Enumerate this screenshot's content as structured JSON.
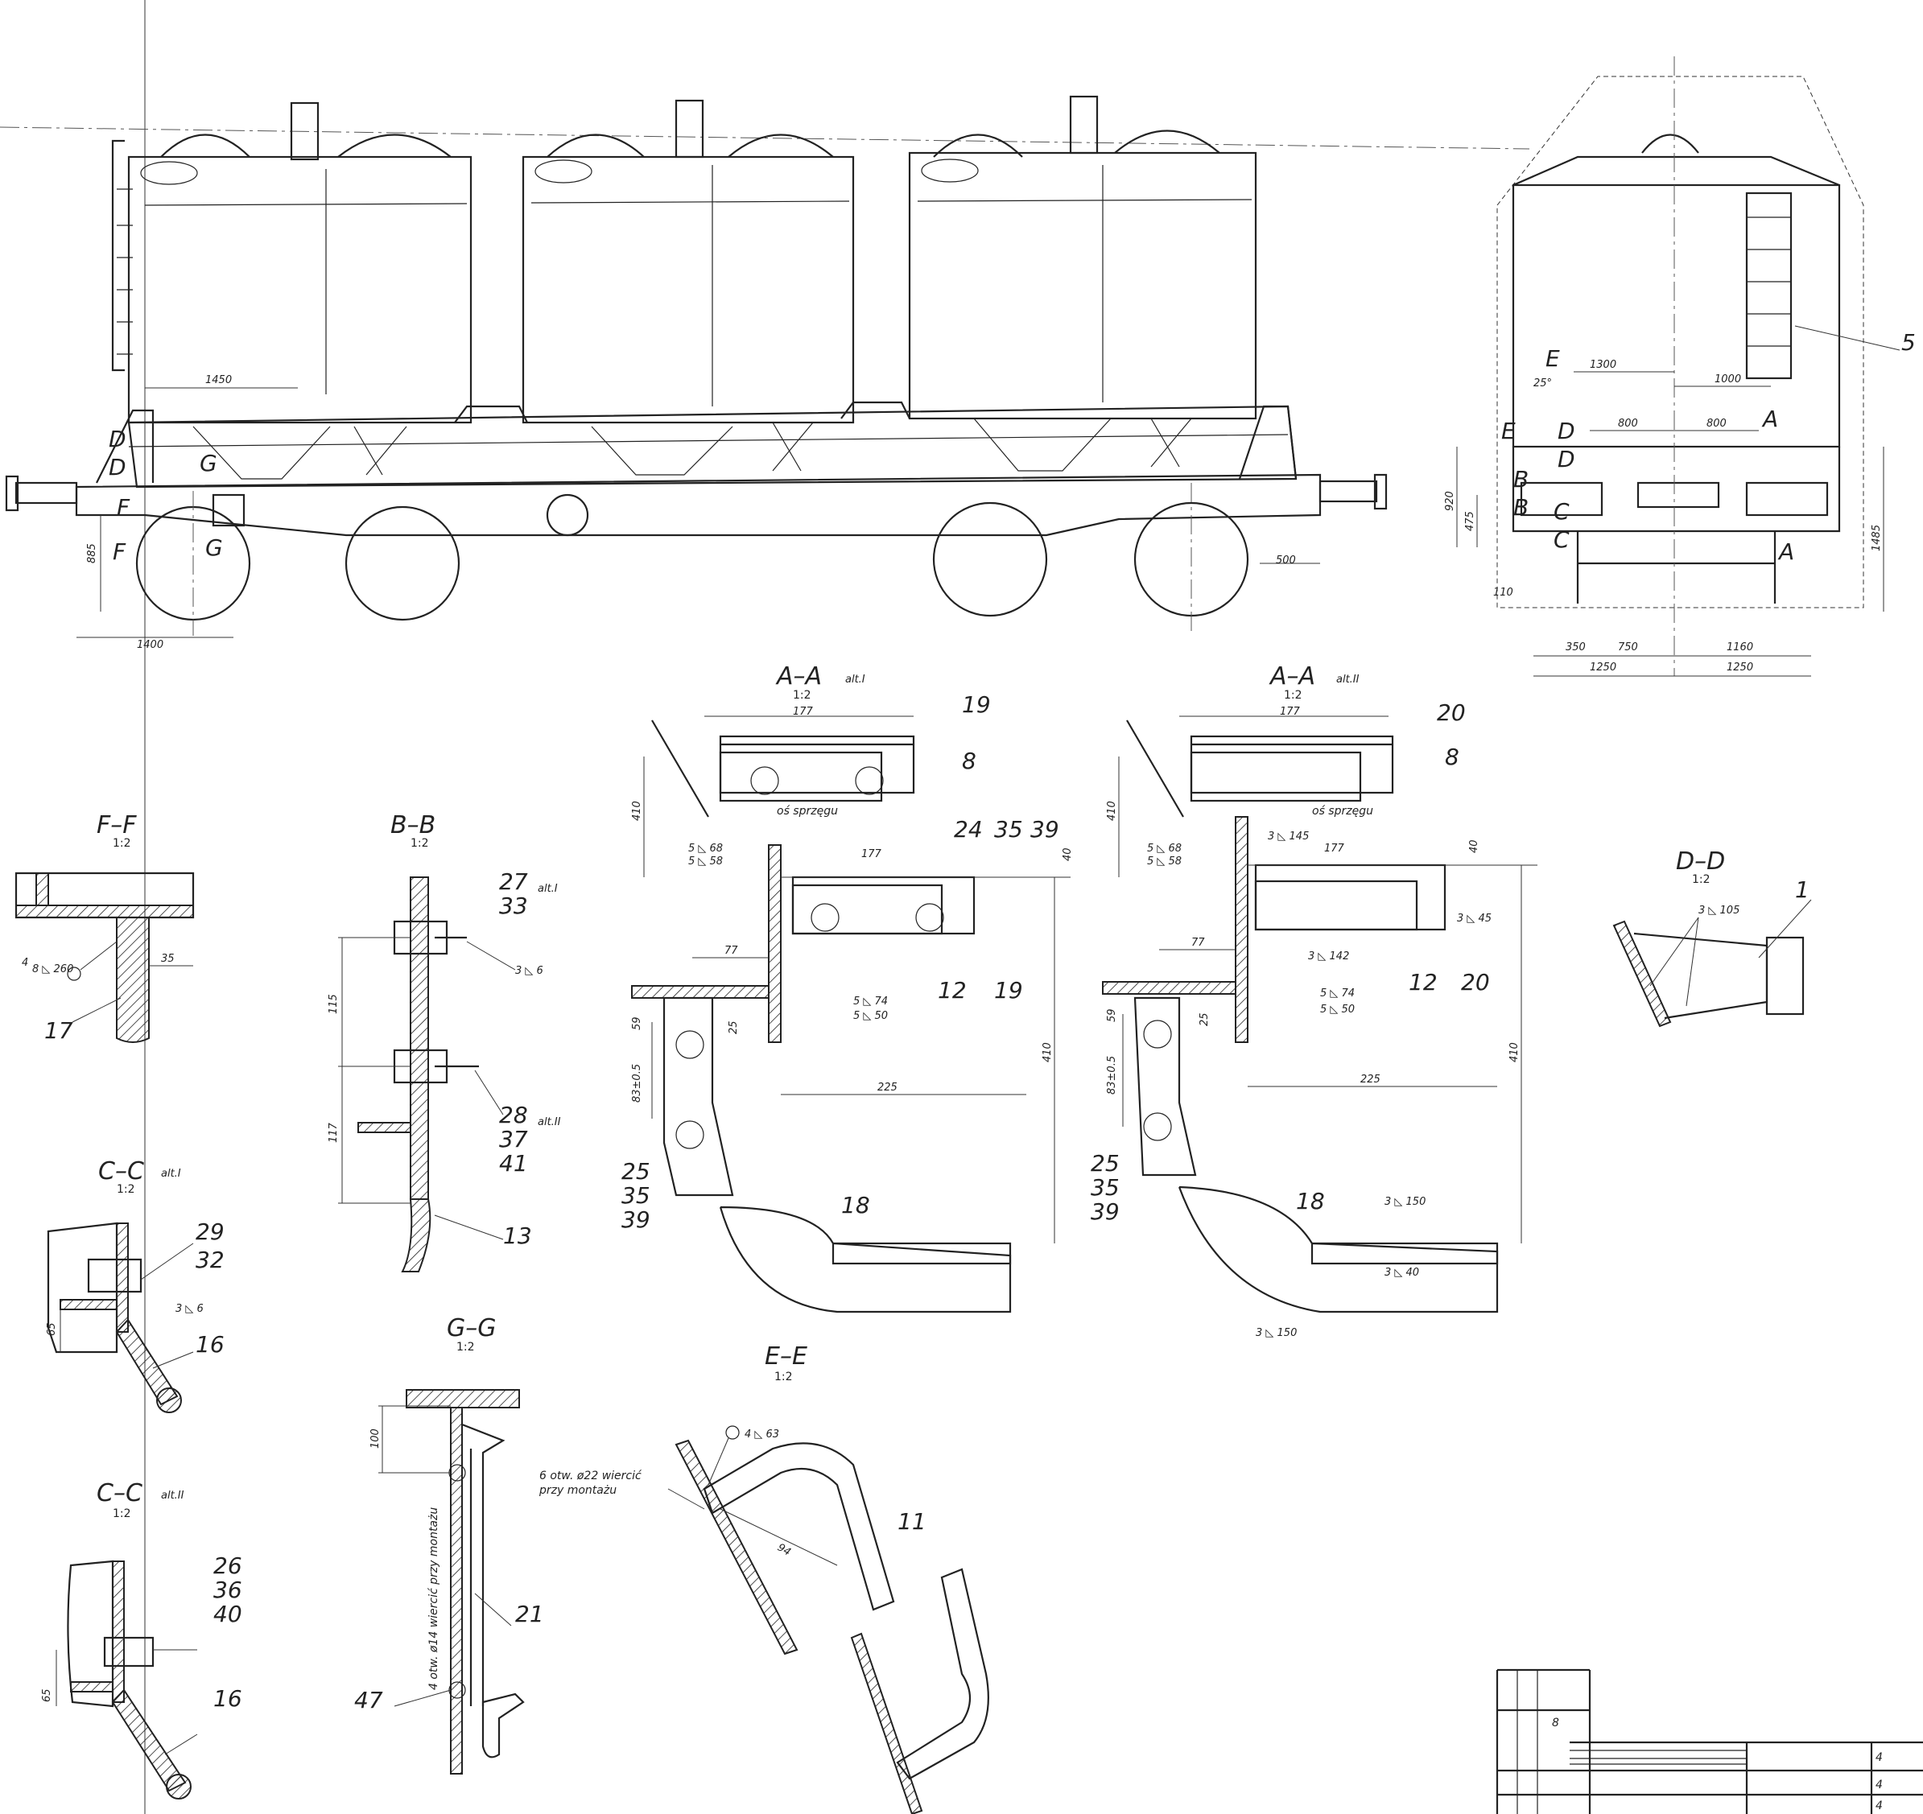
{
  "sections": {
    "aa1": {
      "title": "A–A",
      "scale": "1:2",
      "alt": "alt.I"
    },
    "aa2": {
      "title": "A–A",
      "scale": "1:2",
      "alt": "alt.II"
    },
    "ff": {
      "title": "F–F",
      "scale": "1:2"
    },
    "bb": {
      "title": "B–B",
      "scale": "1:2"
    },
    "cc1": {
      "title": "C–C",
      "scale": "1:2",
      "alt": "alt.I"
    },
    "cc2": {
      "title": "C–C",
      "scale": "1:2",
      "alt": "alt.II"
    },
    "gg": {
      "title": "G–G",
      "scale": "1:2"
    },
    "ee": {
      "title": "E–E",
      "scale": "1:2"
    },
    "dd": {
      "title": "D–D",
      "scale": "1:2"
    }
  },
  "side_view": {
    "dims": {
      "d1450": "1450",
      "d1400": "1400",
      "d500": "500",
      "d885": "885"
    },
    "markers": {
      "D": "D",
      "F": "F",
      "G": "G"
    }
  },
  "end_view": {
    "dims": {
      "d1300": "1300",
      "d1000": "1000",
      "d800a": "800",
      "d800b": "800",
      "d920": "920",
      "d475": "475",
      "d1485": "1485",
      "d110": "110",
      "d350": "350",
      "d750": "750",
      "d1160": "1160",
      "d1250a": "1250",
      "d1250b": "1250",
      "d25": "25°"
    },
    "markers": {
      "E": "E",
      "D": "D",
      "A": "A",
      "B": "B",
      "C": "C"
    },
    "part5": "5"
  },
  "aa1_view": {
    "dims": {
      "d177a": "177",
      "d177b": "177",
      "d410a": "410",
      "d410b": "410",
      "d40": "40",
      "d77": "77",
      "d225": "225",
      "d59": "59",
      "d25": "25",
      "d83": "83±0.5"
    },
    "note": "oś sprzęgu",
    "welds": {
      "w1": "5 ◺ 68",
      "w2": "5 ◺ 58",
      "w3": "5 ◺ 74",
      "w4": "5 ◺ 50"
    },
    "parts": {
      "p19a": "19",
      "p8": "8",
      "p24": "24",
      "p35": "35",
      "p39": "39",
      "p12": "12",
      "p19b": "19",
      "p18": "18",
      "p25s": "25",
      "p35s": "35",
      "p39s": "39"
    }
  },
  "aa2_view": {
    "dims": {
      "d177a": "177",
      "d177b": "177",
      "d410a": "410",
      "d410b": "410",
      "d40": "40",
      "d77": "77",
      "d225": "225",
      "d59": "59",
      "d25": "25",
      "d83": "83±0.5"
    },
    "note": "oś sprzęgu",
    "welds": {
      "w1": "5 ◺ 68",
      "w2": "5 ◺ 58",
      "w3": "3 ◺ 145",
      "w4": "3 ◺ 45",
      "w5": "3 ◺ 142",
      "w6": "5 ◺ 74",
      "w7": "5 ◺ 50",
      "w8": "3 ◺ 150",
      "w9": "3 ◺ 40",
      "w10": "3 ◺ 150"
    },
    "parts": {
      "p20a": "20",
      "p8": "8",
      "p12": "12",
      "p20b": "20",
      "p18": "18",
      "p25s": "25",
      "p35s": "35",
      "p39s": "39"
    }
  },
  "ff_view": {
    "weld": "8 ◺ 260",
    "weld2": "4",
    "dim35": "35",
    "part": "17"
  },
  "bb_view": {
    "dim115": "115",
    "dim117": "117",
    "weld": "3 ◺ 6",
    "p27": "27",
    "p33": "33",
    "alt1": "alt.I",
    "p28": "28",
    "p37": "37",
    "p41": "41",
    "alt2": "alt.II",
    "p13": "13"
  },
  "cc1_view": {
    "p29": "29",
    "p32": "32",
    "weld": "3 ◺ 6",
    "dim65": "65",
    "p16": "16"
  },
  "cc2_view": {
    "p26": "26",
    "p36": "36",
    "p40": "40",
    "dim65": "65",
    "p16": "16"
  },
  "gg_view": {
    "dim100": "100",
    "note": "4 otw. ø14 wiercić przy montażu",
    "p21": "21",
    "p47": "47"
  },
  "ee_view": {
    "weld": "4 ◺ 63",
    "note1": "6 otw. ø22 wiercić",
    "note2": "przy montażu",
    "dim94": "94",
    "p11": "11"
  },
  "dd_view": {
    "weld": "3 ◺ 105",
    "part": "1"
  },
  "title_block": {
    "c1": "8",
    "c2": "4",
    "c3": "4",
    "c4": "4"
  }
}
